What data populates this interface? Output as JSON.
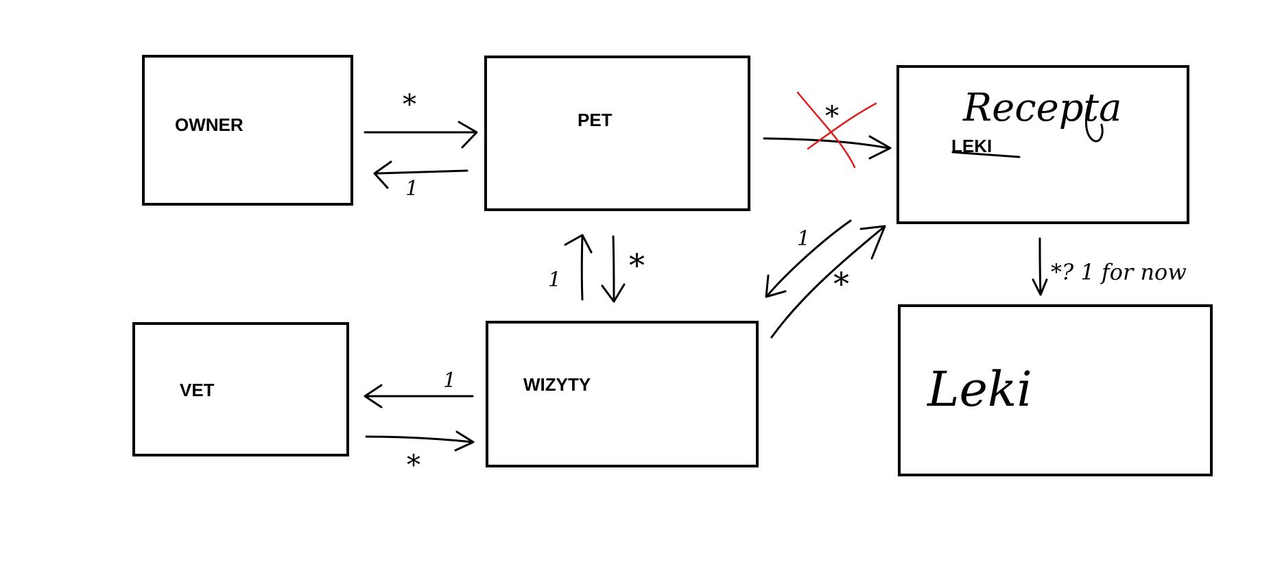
{
  "entities": {
    "owner": "OWNER",
    "pet": "PET",
    "leki_crossed": "LEKI",
    "recepta": "Recepta",
    "vet": "VET",
    "wizyty": "WIZYTY",
    "leki": "Leki"
  },
  "relations": {
    "owner_pet_many": "*",
    "pet_owner_one": "1",
    "pet_recepta_many": "*",
    "recepta_wizyty_one": "1",
    "wizyty_recepta_many": "*",
    "pet_wizyty_one": "1",
    "pet_wizyty_many": "*",
    "wizyty_vet_one": "1",
    "vet_wizyty_many": "*",
    "recepta_leki_note": "*? 1 for now"
  },
  "colors": {
    "ink": "#000000",
    "correction": "#e01b1b"
  }
}
